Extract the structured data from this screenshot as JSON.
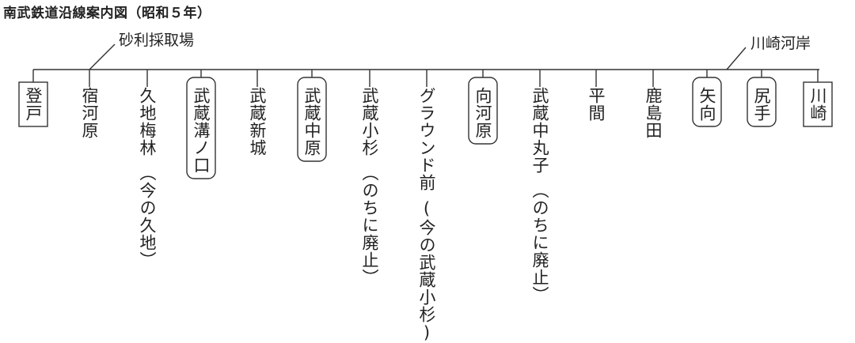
{
  "title": "南武鉄道沿線案内図（昭和５年）",
  "branches": {
    "gravel_pit": "砂利採取場",
    "kawasaki_riverbank": "川崎河岸"
  },
  "stations": [
    {
      "name": "登戸",
      "note": "",
      "frame": "square"
    },
    {
      "name": "宿河原",
      "note": "",
      "frame": "none"
    },
    {
      "name": "久地梅林",
      "note": "（今の久地）",
      "frame": "none"
    },
    {
      "name": "武蔵溝ノ口",
      "note": "",
      "frame": "rounded"
    },
    {
      "name": "武蔵新城",
      "note": "",
      "frame": "none"
    },
    {
      "name": "武蔵中原",
      "note": "",
      "frame": "rounded"
    },
    {
      "name": "武蔵小杉",
      "note": "（のちに廃止）",
      "frame": "none"
    },
    {
      "name": "グラウンド前",
      "note": "(今の武蔵小杉)",
      "frame": "none"
    },
    {
      "name": "向河原",
      "note": "",
      "frame": "rounded"
    },
    {
      "name": "武蔵中丸子",
      "note": "（のちに廃止）",
      "frame": "none"
    },
    {
      "name": "平間",
      "note": "",
      "frame": "none"
    },
    {
      "name": "鹿島田",
      "note": "",
      "frame": "none"
    },
    {
      "name": "矢向",
      "note": "",
      "frame": "rounded"
    },
    {
      "name": "尻手",
      "note": "",
      "frame": "rounded"
    },
    {
      "name": "川崎",
      "note": "",
      "frame": "square"
    }
  ]
}
